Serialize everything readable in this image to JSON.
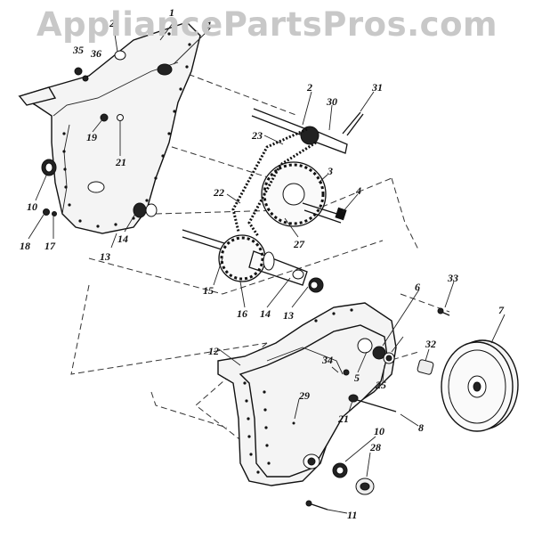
{
  "watermark": "AppliancePartsPros.com",
  "labels": {
    "p1": "1",
    "p2": "2",
    "p2b": "2",
    "p3": "3",
    "p4": "4",
    "p5": "5",
    "p6": "6",
    "p7": "7",
    "p8": "8",
    "p10": "10",
    "p10b": "10",
    "p11": "11",
    "p12": "12",
    "p13": "13",
    "p13b": "13",
    "p14": "14",
    "p14b": "14",
    "p15": "15",
    "p16": "16",
    "p17": "17",
    "p18": "18",
    "p19": "19",
    "p21": "21",
    "p21b": "21",
    "p22": "22",
    "p23": "23",
    "p25": "25",
    "p27": "27",
    "p28": "28",
    "p29": "29",
    "p30": "30",
    "p31": "31",
    "p32": "32",
    "p33": "33",
    "p34": "34",
    "p35": "35",
    "p36": "36"
  }
}
